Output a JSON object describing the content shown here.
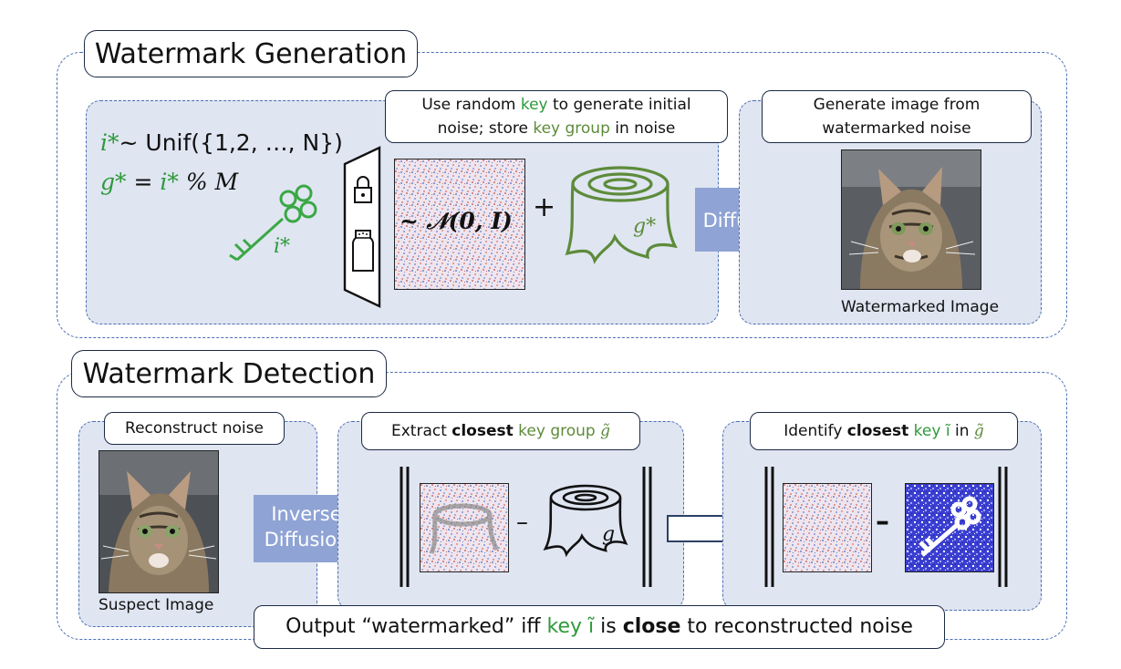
{
  "generation": {
    "title": "Watermark Generation",
    "formula_i": {
      "lhs": "i*",
      "rhs": "~ Unif({1,2, …, N})"
    },
    "formula_g": {
      "lhs": "g*",
      "eq": "=",
      "i": "i*",
      "rest": "% M"
    },
    "key_label": "i*",
    "box1_line1_pre": "Use random ",
    "box1_line1_key": "key",
    "box1_line1_post": " to generate initial",
    "box1_line2_pre": "noise; store ",
    "box1_line2_group": "key group",
    "box1_line2_post": " in noise",
    "noise_label": "~ 𝒩(0, I)",
    "plus": "+",
    "stump_label": "g*",
    "arrow_label": "Diffusion",
    "box2_line1": "Generate image from",
    "box2_line2": "watermarked noise",
    "image_caption": "Watermarked Image"
  },
  "detection": {
    "title": "Watermark Detection",
    "recon_label": "Reconstruct noise",
    "suspect_caption": "Suspect Image",
    "inverse_line1": "Inverse",
    "inverse_line2": "Diffusion",
    "extract_pre": "Extract ",
    "extract_bold": "closest",
    "extract_green": " key group ",
    "extract_sym": "g̃",
    "minus1": "–",
    "stump_label": "g",
    "identify_pre": "Identify ",
    "identify_bold": "closest",
    "identify_green": " key ĩ",
    "identify_in": " in ",
    "identify_sym": "g̃",
    "minus2": "–",
    "output_pre": "Output “watermarked” iff ",
    "output_key": "key ĩ",
    "output_is": " is ",
    "output_bold": "close",
    "output_post": " to reconstructed noise"
  },
  "colors": {
    "panel_fill": "#dfe5f1",
    "dashed_border": "#4a6fb5",
    "arrow_fill": "#8fa3d4",
    "key_green": "#2e9a3a",
    "stump_green": "#5d8b3a"
  }
}
